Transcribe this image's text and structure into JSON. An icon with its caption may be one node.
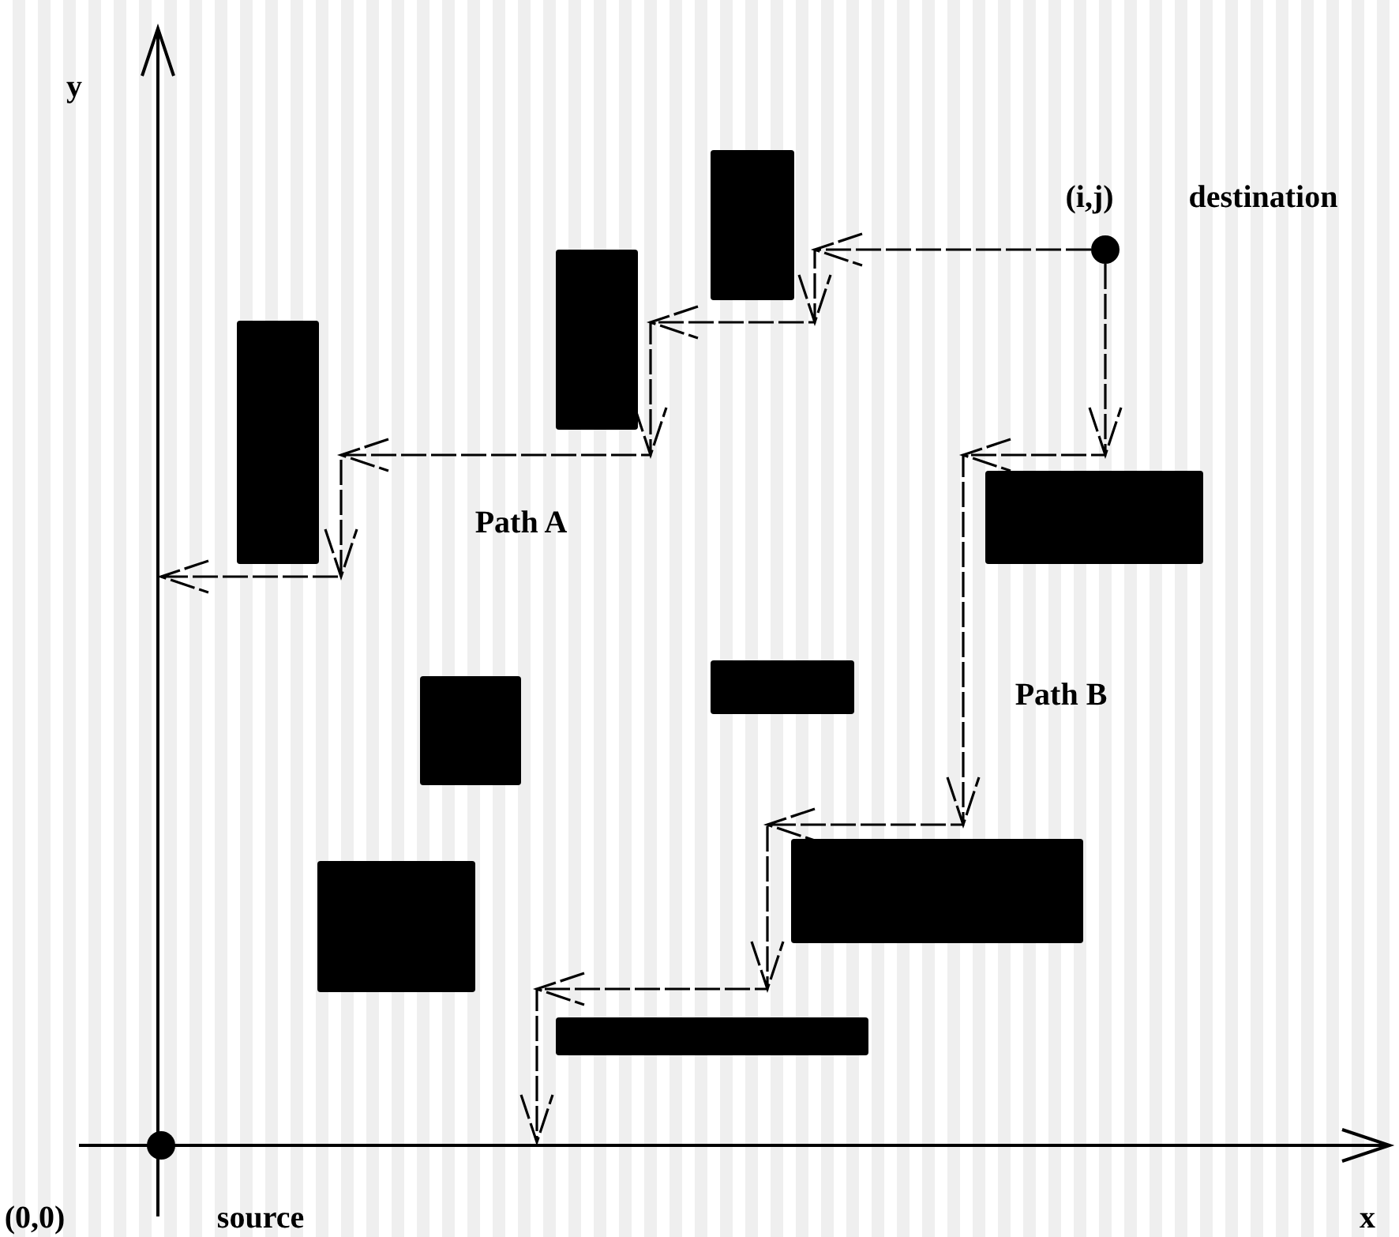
{
  "diagram": {
    "nodes": [
      {
        "text": [],
        "shape": "box"
      },
      {
        "text": [],
        "shape": "box"
      },
      {
        "text": [],
        "shape": "circle",
        "beside": [
          "(i,j)",
          "destination"
        ]
      },
      {
        "text": [],
        "shape": "box"
      },
      {
        "text": [],
        "shape": "box"
      },
      {
        "text": [],
        "shape": "box"
      },
      {
        "text": [],
        "shape": "box"
      },
      {
        "text": [],
        "shape": "box"
      },
      {
        "text": [],
        "shape": "box"
      },
      {
        "text": [],
        "shape": "box"
      },
      {
        "text": [],
        "shape": "circle",
        "beside": [
          "(0,0)",
          "source"
        ]
      }
    ],
    "edges": [
      {
        "from": 2,
        "to": null,
        "arrow": "to",
        "label": "Path A",
        "style": "dashed"
      },
      {
        "from": 2,
        "to": null,
        "arrow": "to",
        "label": "Path B",
        "style": "dashed"
      }
    ],
    "labels": [
      "y",
      "x"
    ]
  }
}
